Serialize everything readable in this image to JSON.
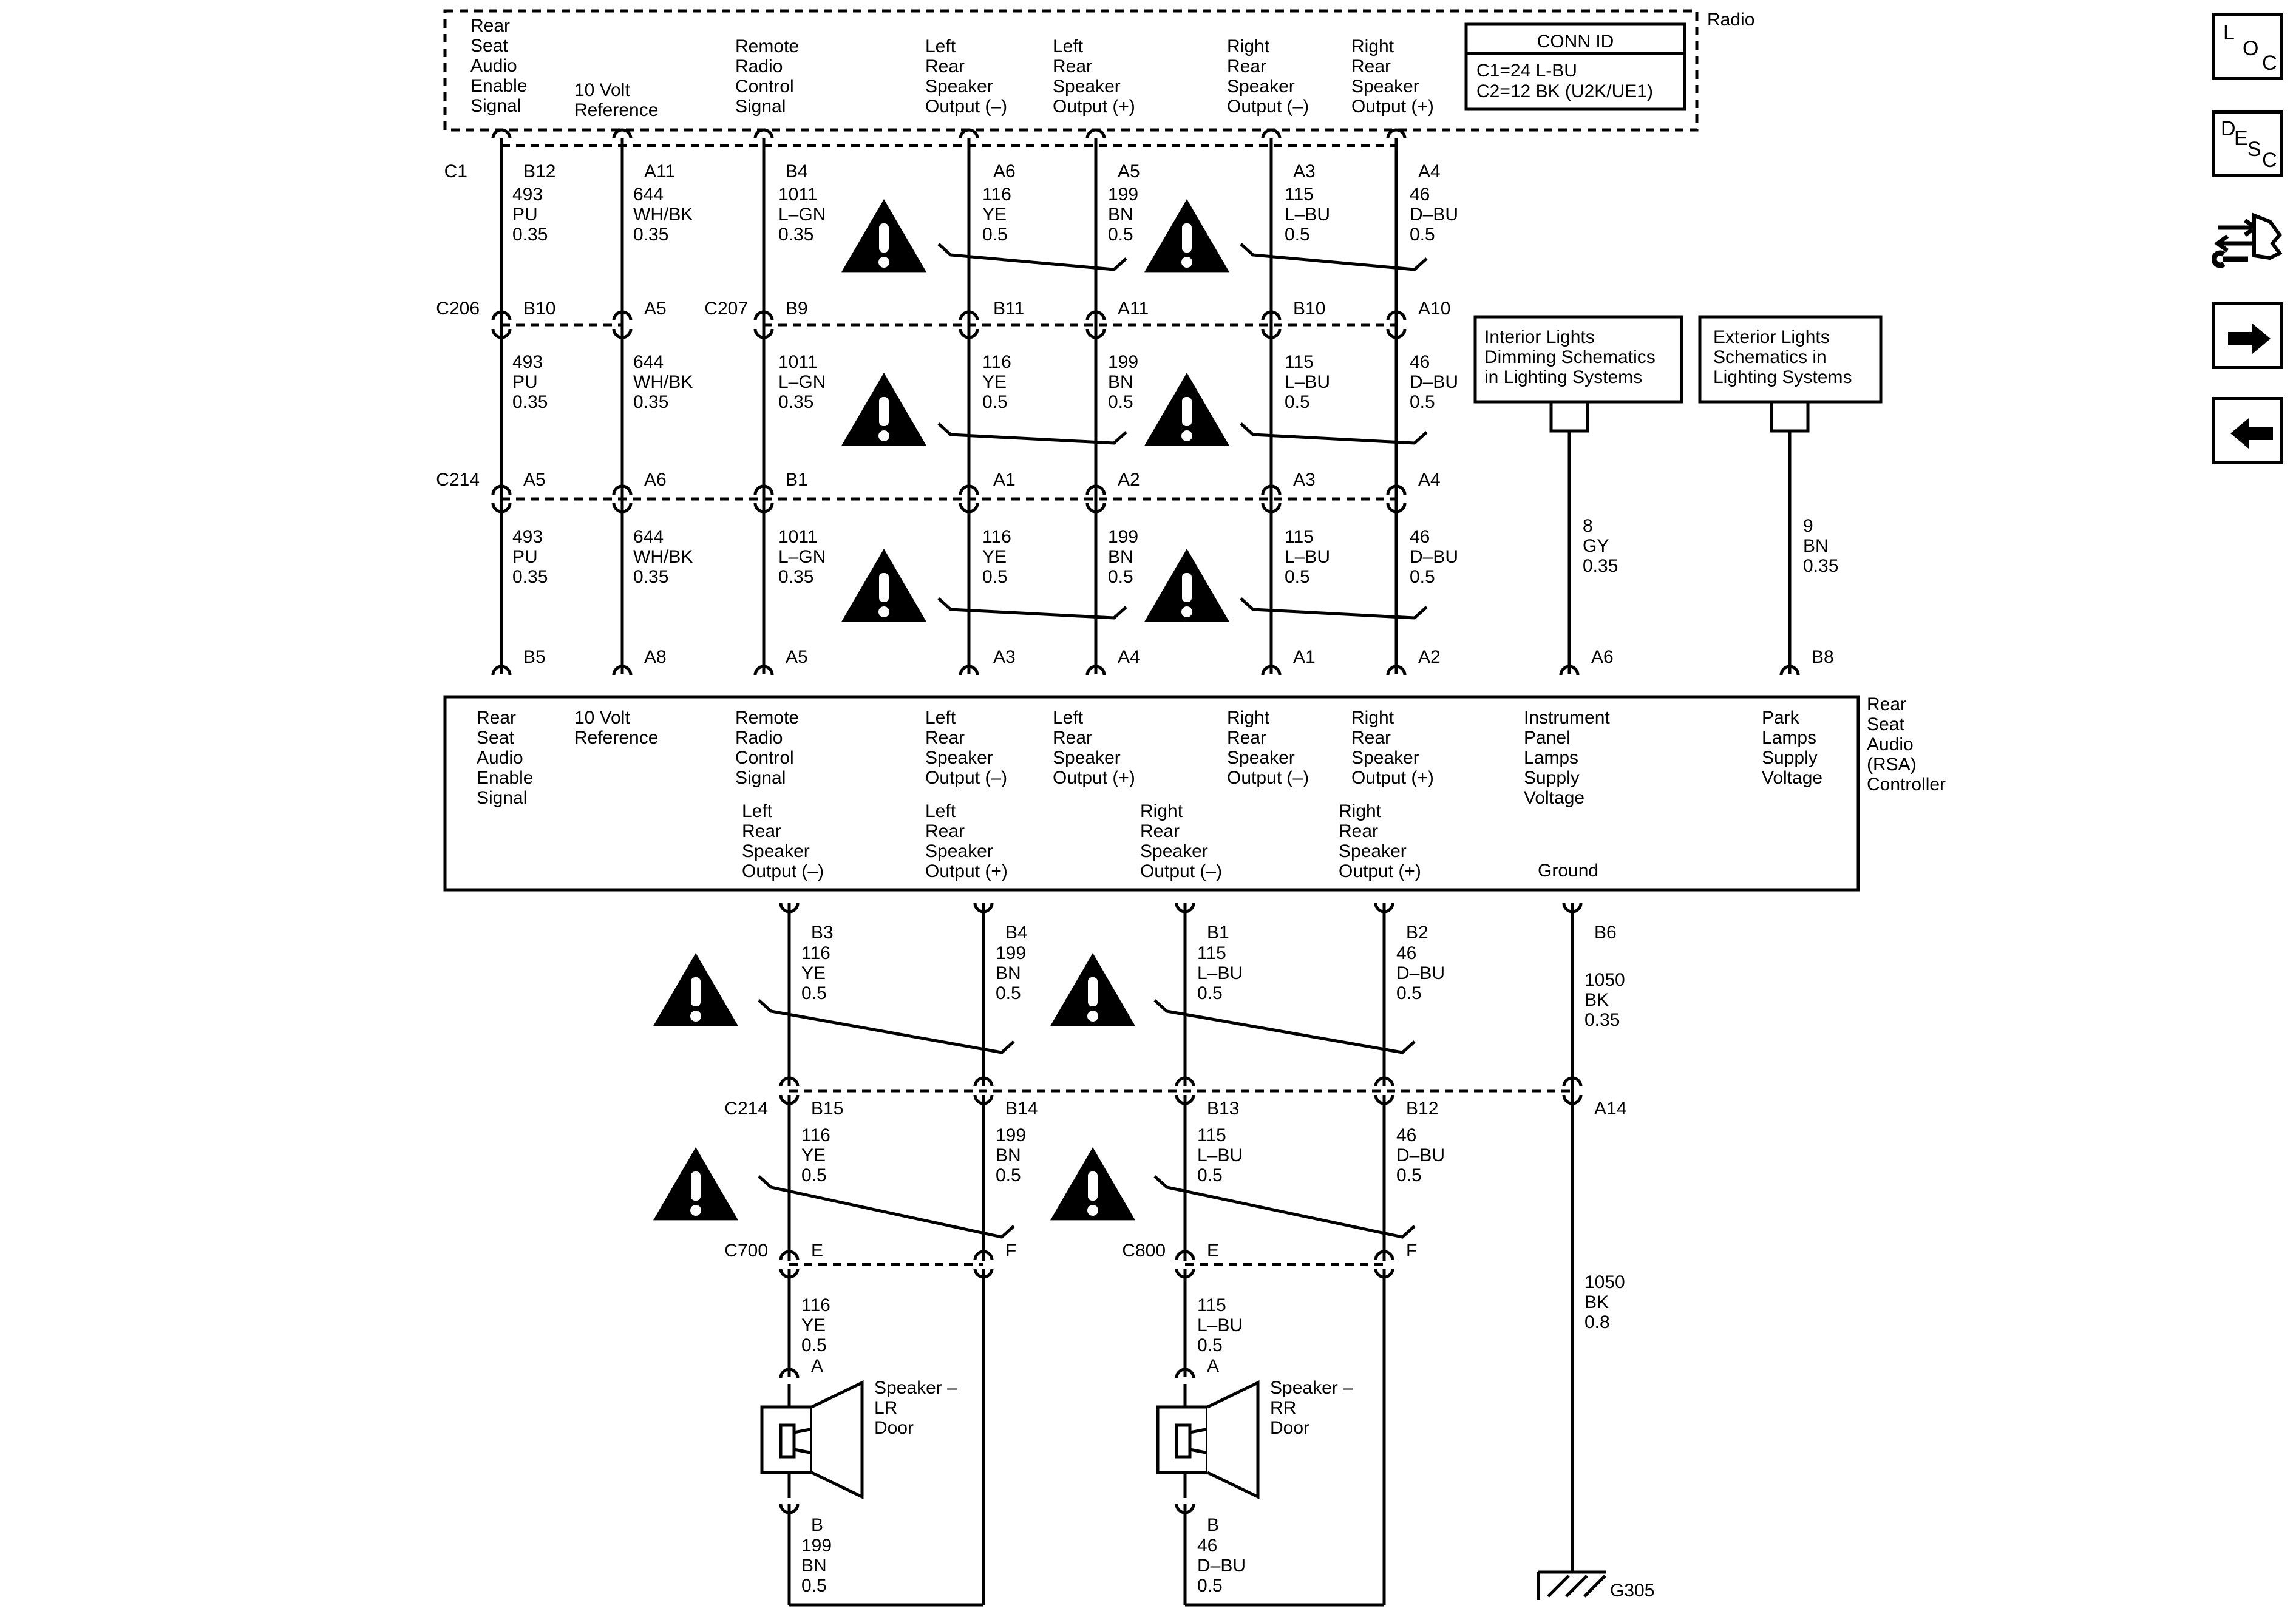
{
  "radio": {
    "title": "Radio",
    "conn_id": {
      "title": "CONN ID",
      "lines": [
        "C1=24 L-BU",
        "C2=12 BK (U2K/UE1)"
      ]
    },
    "signals": [
      [
        "Rear",
        "Seat",
        "Audio",
        "Enable",
        "Signal"
      ],
      [
        "10 Volt",
        "Reference"
      ],
      [
        "Remote",
        "Radio",
        "Control",
        "Signal"
      ],
      [
        "Left",
        "Rear",
        "Speaker",
        "Output (–)"
      ],
      [
        "Left",
        "Rear",
        "Speaker",
        "Output (+)"
      ],
      [
        "Right",
        "Rear",
        "Speaker",
        "Output (–)"
      ],
      [
        "Right",
        "Rear",
        "Speaker",
        "Output (+)"
      ]
    ]
  },
  "connectors": {
    "c1": "C1",
    "c206": "C206",
    "c207": "C207",
    "c214_top": "C214",
    "c214_bottom": "C214",
    "c700": "C700",
    "c800": "C800"
  },
  "pins": {
    "row_c1": [
      "B12",
      "A11",
      "B4",
      "A6",
      "A5",
      "A3",
      "A4"
    ],
    "row_c206": [
      "B10",
      "A5",
      "B9",
      "B11",
      "A11",
      "B10",
      "A10"
    ],
    "row_c214": [
      "A5",
      "A6",
      "B1",
      "A1",
      "A2",
      "A3",
      "A4"
    ],
    "row_rsa_top": [
      "B5",
      "A8",
      "A5",
      "A3",
      "A4",
      "A1",
      "A2",
      "A6",
      "B8"
    ],
    "row_rsa_bottom": [
      "B3",
      "B4",
      "B1",
      "B2",
      "B6"
    ],
    "row_c214_low": [
      "B15",
      "B14",
      "B13",
      "B12",
      "A14"
    ],
    "row_c700": [
      "E",
      "F"
    ],
    "row_c800": [
      "E",
      "F"
    ],
    "spk_lr": [
      "A",
      "B"
    ],
    "spk_rr": [
      "A",
      "B"
    ]
  },
  "wires": {
    "top_section": [
      [
        "493",
        "PU",
        "0.35"
      ],
      [
        "644",
        "WH/BK",
        "0.35"
      ],
      [
        "1011",
        "L–GN",
        "0.35"
      ],
      [
        "116",
        "YE",
        "0.5"
      ],
      [
        "199",
        "BN",
        "0.5"
      ],
      [
        "115",
        "L–BU",
        "0.5"
      ],
      [
        "46",
        "D–BU",
        "0.5"
      ]
    ],
    "interior_light": [
      "8",
      "GY",
      "0.35"
    ],
    "exterior_light": [
      "9",
      "BN",
      "0.35"
    ],
    "bottom_section": [
      [
        "116",
        "YE",
        "0.5"
      ],
      [
        "199",
        "BN",
        "0.5"
      ],
      [
        "115",
        "L–BU",
        "0.5"
      ],
      [
        "46",
        "D–BU",
        "0.5"
      ]
    ],
    "ground_upper": [
      "1050",
      "BK",
      "0.35"
    ],
    "ground_lower": [
      "1050",
      "BK",
      "0.8"
    ],
    "spk_lr_a": [
      "116",
      "YE",
      "0.5"
    ],
    "spk_lr_b": [
      "199",
      "BN",
      "0.5"
    ],
    "spk_rr_a": [
      "115",
      "L–BU",
      "0.5"
    ],
    "spk_rr_b": [
      "46",
      "D–BU",
      "0.5"
    ]
  },
  "ref_boxes": {
    "interior": [
      "Interior Lights",
      "Dimming Schematics",
      "in Lighting Systems"
    ],
    "exterior": [
      "Exterior Lights",
      "Schematics in",
      "Lighting Systems"
    ]
  },
  "rsa": {
    "name": [
      "Rear",
      "Seat",
      "Audio",
      "(RSA)",
      "Controller"
    ],
    "top_labels": [
      [
        "Rear",
        "Seat",
        "Audio",
        "Enable",
        "Signal"
      ],
      [
        "10 Volt",
        "Reference"
      ],
      [
        "Remote",
        "Radio",
        "Control",
        "Signal"
      ],
      [
        "Left",
        "Rear",
        "Speaker",
        "Output (–)"
      ],
      [
        "Left",
        "Rear",
        "Speaker",
        "Output (+)"
      ],
      [
        "Right",
        "Rear",
        "Speaker",
        "Output (–)"
      ],
      [
        "Right",
        "Rear",
        "Speaker",
        "Output (+)"
      ],
      [
        "Instrument",
        "Panel",
        "Lamps",
        "Supply",
        "Voltage"
      ],
      [
        "Park",
        "Lamps",
        "Supply",
        "Voltage"
      ]
    ],
    "bottom_labels": [
      [
        "Left",
        "Rear",
        "Speaker",
        "Output (–)"
      ],
      [
        "Left",
        "Rear",
        "Speaker",
        "Output (+)"
      ],
      [
        "Right",
        "Rear",
        "Speaker",
        "Output (–)"
      ],
      [
        "Right",
        "Rear",
        "Speaker",
        "Output (+)"
      ],
      [
        "Ground"
      ]
    ]
  },
  "speakers": {
    "lr": [
      "Speaker –",
      "LR",
      "Door"
    ],
    "rr": [
      "Speaker –",
      "RR",
      "Door"
    ]
  },
  "ground": "G305",
  "nav_icons": [
    {
      "name": "loc-icon",
      "letters": [
        "L",
        "O",
        "C"
      ]
    },
    {
      "name": "desc-icon",
      "letters": [
        "D",
        "E",
        "S",
        "C"
      ]
    },
    {
      "name": "connector-wrench-icon"
    },
    {
      "name": "arrow-right-icon"
    },
    {
      "name": "arrow-left-icon"
    }
  ]
}
